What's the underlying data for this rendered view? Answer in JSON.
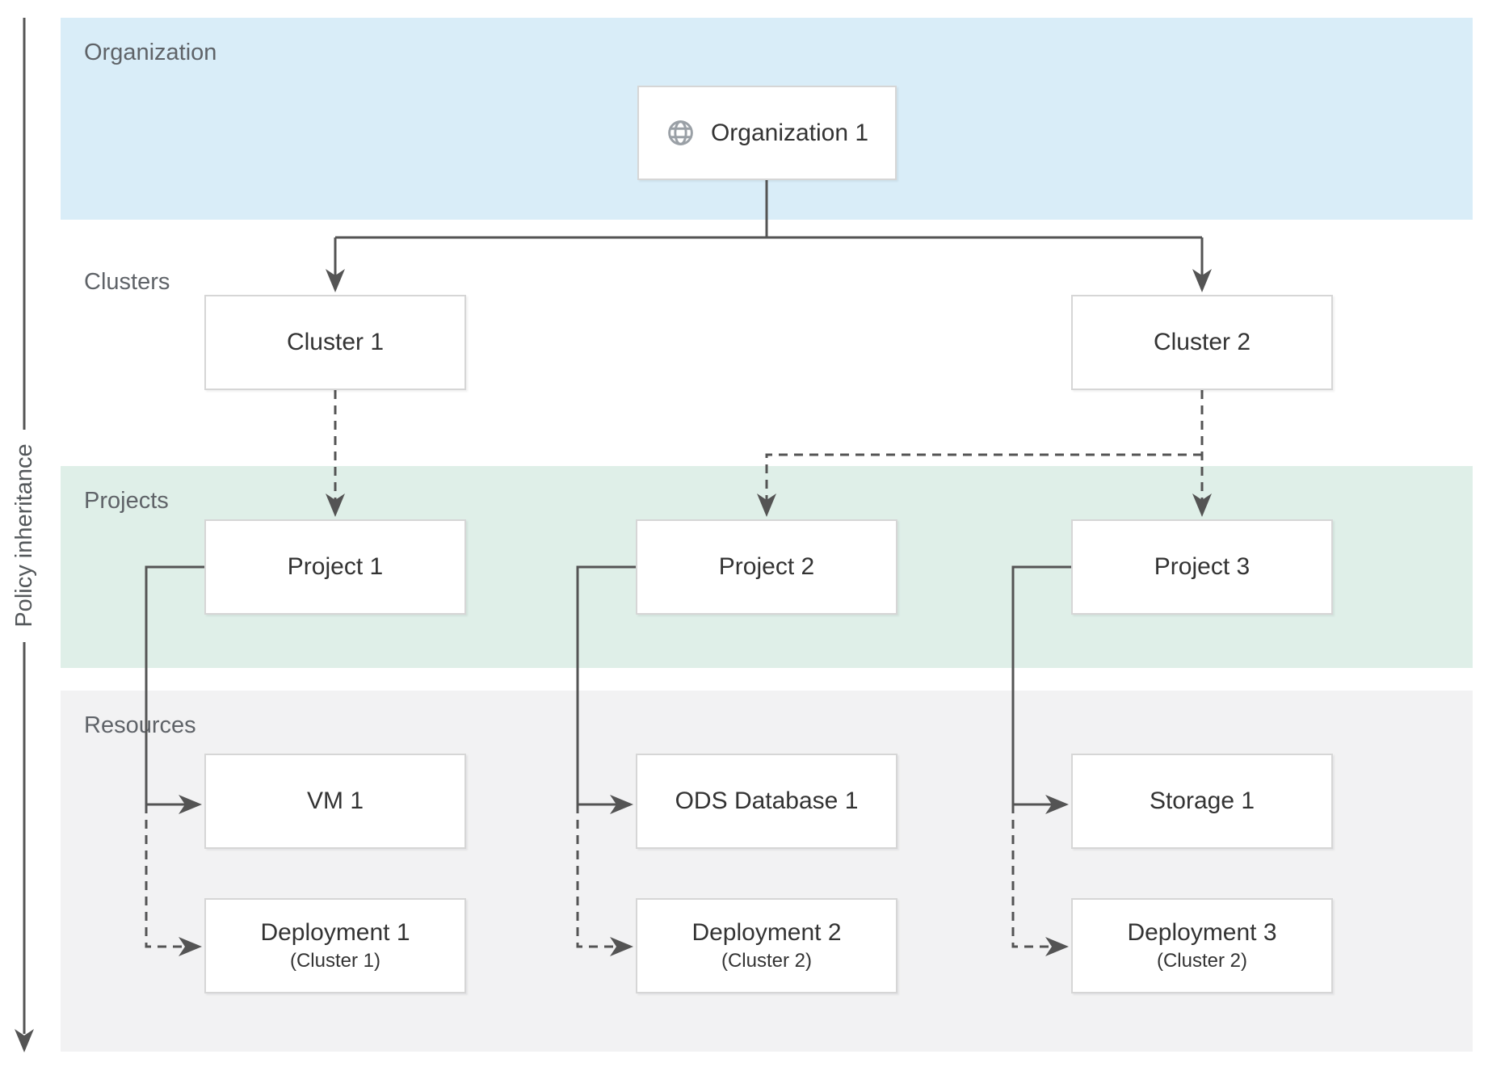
{
  "policy_axis": {
    "label": "Policy inheritance"
  },
  "bands": {
    "organization": {
      "label": "Organization",
      "color": "#d9edf8"
    },
    "clusters": {
      "label": "Clusters",
      "color": "#ffffff"
    },
    "projects": {
      "label": "Projects",
      "color": "#dfefe8"
    },
    "resources": {
      "label": "Resources",
      "color": "#f2f2f3"
    }
  },
  "nodes": {
    "organization1": {
      "label": "Organization 1",
      "icon": "globe-icon"
    },
    "cluster1": {
      "label": "Cluster 1"
    },
    "cluster2": {
      "label": "Cluster 2"
    },
    "project1": {
      "label": "Project 1"
    },
    "project2": {
      "label": "Project 2"
    },
    "project3": {
      "label": "Project 3"
    },
    "vm1": {
      "label": "VM 1"
    },
    "odsDatabase1": {
      "label": "ODS Database 1"
    },
    "storage1": {
      "label": "Storage 1"
    },
    "deployment1": {
      "label": "Deployment 1",
      "sublabel": "(Cluster 1)"
    },
    "deployment2": {
      "label": "Deployment 2",
      "sublabel": "(Cluster 2)"
    },
    "deployment3": {
      "label": "Deployment 3",
      "sublabel": "(Cluster 2)"
    }
  },
  "edges": [
    {
      "from": "organization1",
      "to": "cluster1",
      "style": "solid"
    },
    {
      "from": "organization1",
      "to": "cluster2",
      "style": "solid"
    },
    {
      "from": "cluster1",
      "to": "project1",
      "style": "dashed"
    },
    {
      "from": "cluster2",
      "to": "project2",
      "style": "dashed"
    },
    {
      "from": "cluster2",
      "to": "project3",
      "style": "dashed"
    },
    {
      "from": "project1",
      "to": "vm1",
      "style": "solid"
    },
    {
      "from": "project1",
      "to": "deployment1",
      "style": "dashed"
    },
    {
      "from": "project2",
      "to": "odsDatabase1",
      "style": "solid"
    },
    {
      "from": "project2",
      "to": "deployment2",
      "style": "dashed"
    },
    {
      "from": "project3",
      "to": "storage1",
      "style": "solid"
    },
    {
      "from": "project3",
      "to": "deployment3",
      "style": "dashed"
    }
  ],
  "colors": {
    "edge": "#545454",
    "node_border": "#d6d6d6",
    "node_text": "#333333",
    "band_label_text": "#5f6368",
    "globe_icon": "#9aa0a6"
  }
}
